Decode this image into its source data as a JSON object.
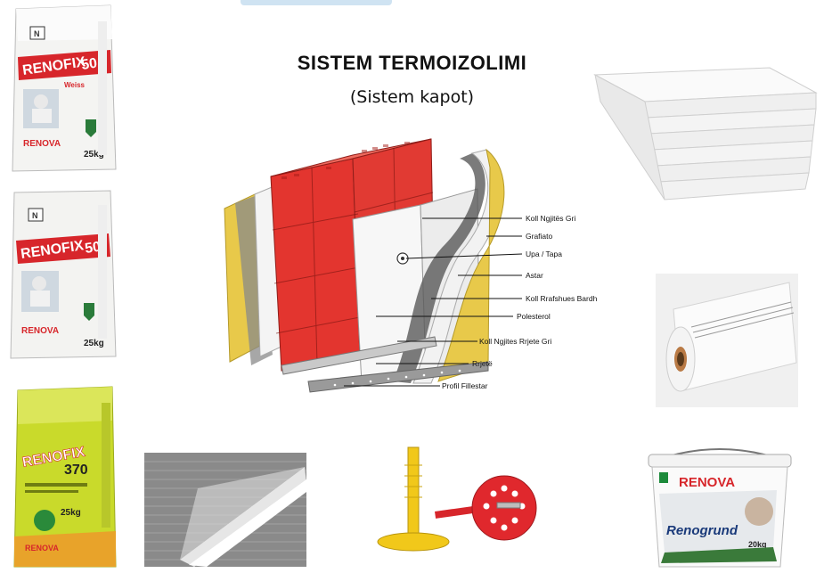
{
  "title": "SISTEM TERMOIZOLIMI",
  "subtitle": "(Sistem kapot)",
  "callouts": [
    {
      "text": "Koll Ngjitës Gri"
    },
    {
      "text": "Grafiato"
    },
    {
      "text": "Upa / Tapa"
    },
    {
      "text": "Astar"
    },
    {
      "text": "Koll Rrafshues Bardh"
    },
    {
      "text": "Polesterol"
    },
    {
      "text": "Koll Ngjites Rrjete Gri"
    },
    {
      "text": "Rrjetë"
    },
    {
      "text": "Profil Fillestar"
    }
  ],
  "products": {
    "bag1": {
      "brand": "RENOFIX",
      "number": "50",
      "sub": "Weiss",
      "maker": "RENOVA",
      "weight": "25kg"
    },
    "bag2": {
      "brand": "RENOFIX",
      "number": "50",
      "maker": "RENOVA",
      "weight": "25kg"
    },
    "bag3": {
      "brand": "RENOFIX",
      "number": "370",
      "maker": "RENOVA",
      "weight": "25kg"
    },
    "bucket": {
      "maker": "RENOVA",
      "product": "Renogrund",
      "weight": "20kg"
    }
  },
  "colors": {
    "brick": "#e3352f",
    "insulation": "#e8c94a",
    "accent_red": "#d7262b",
    "bag3_green": "#c9da2b",
    "plug_yellow": "#f1c81a"
  }
}
